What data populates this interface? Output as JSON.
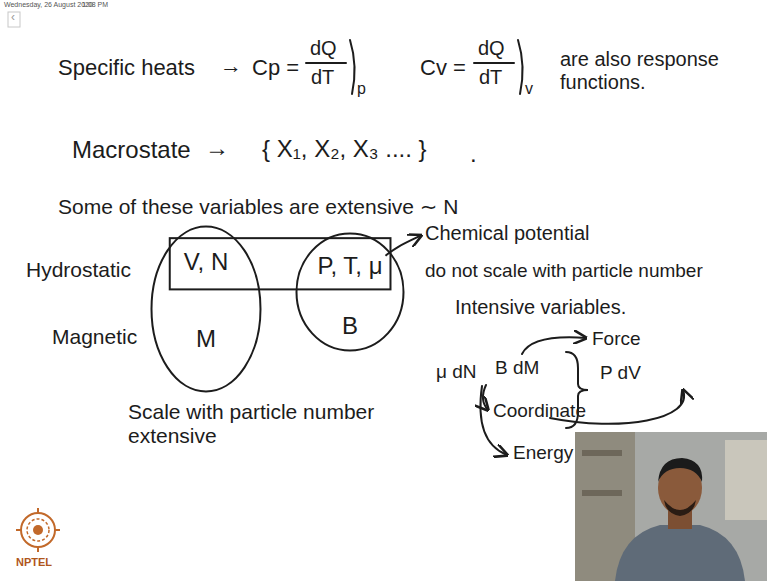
{
  "diagram": {
    "nodes": [
      {
        "text": [
          "V, N",
          "M"
        ]
      },
      {
        "text": [
          "P, T, μ",
          "B"
        ]
      }
    ],
    "labels": [
      "‹",
      "Wednesday, 26 August 2020",
      "1:08 PM",
      "Specific heats",
      "→",
      "Cp =",
      "dQ",
      "dT",
      "p",
      "Cv =",
      "dQ",
      "dT",
      "v",
      "are also response functions.",
      "Macrostate",
      "→",
      "{ X₁, X₂, X₃ .... }",
      ".",
      "Some of these variables are extensive ∼ N",
      "Hydrostatic",
      "Magnetic",
      "Chemical potential",
      "do not scale with particle number",
      "Intensive variables.",
      "Force",
      "P dV",
      "μ dN",
      "B dM",
      "Coordinate",
      "Energy",
      "Scale with particle number extensive",
      "NPTEL"
    ]
  }
}
